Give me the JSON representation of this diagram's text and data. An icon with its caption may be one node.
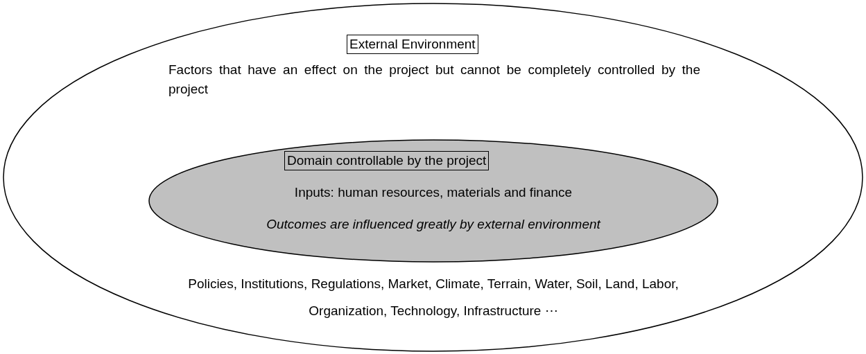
{
  "diagram": {
    "nodes": [
      {
        "text": [
          "External Environment",
          "Factors that have an effect on the project but cannot be completely controlled by the project",
          "Policies, Institutions, Regulations, Market, Climate, Terrain, Water, Soil, Land, Labor, Organization, Technology, Infrastructure ⋯"
        ]
      },
      {
        "text": [
          "Domain controllable by the project",
          "Inputs: human resources, materials and finance",
          "Outcomes are influenced greatly by external environment"
        ],
        "in": 0
      }
    ]
  }
}
